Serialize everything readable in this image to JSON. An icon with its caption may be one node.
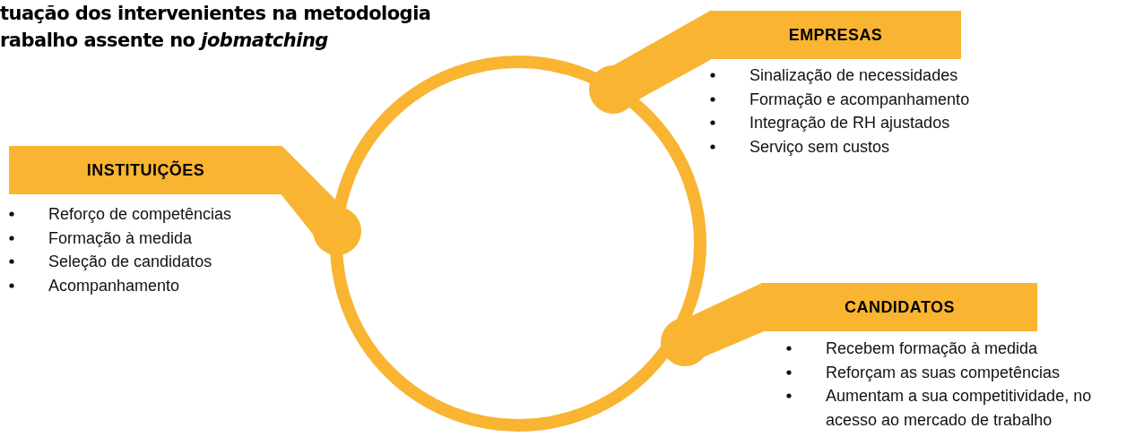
{
  "diagram": {
    "title": "tuação dos intervenientes na metodologia rabalho assente no *jobmatching*",
    "nodes": [
      {
        "text": [
          "EMPRESAS"
        ],
        "beside": [
          "Sinalização de necessidades",
          "Formação e acompanhamento",
          "Integração de RH ajustados",
          "Serviço sem custos"
        ]
      },
      {
        "text": [],
        "shape": "circle"
      },
      {
        "text": [
          "INSTITUIÇÕES"
        ],
        "beside": [
          "Reforço de competências",
          "Formação à medida",
          "Seleção de candidatos",
          "Acompanhamento"
        ]
      },
      {
        "text": [],
        "shape": "circle"
      },
      {
        "text": [
          "CANDIDATOS"
        ],
        "beside": [
          "Recebem formação à medida",
          "Reforçam as suas competências",
          "Aumentam a sua competitividade, no acesso ao mercado de trabalho"
        ]
      },
      {
        "text": [],
        "shape": "circle"
      }
    ],
    "edges": [
      {
        "from": 1,
        "to": 0,
        "arrow": "none"
      },
      {
        "from": 3,
        "to": 2,
        "arrow": "none"
      },
      {
        "from": 5,
        "to": 4,
        "arrow": "none"
      }
    ]
  }
}
